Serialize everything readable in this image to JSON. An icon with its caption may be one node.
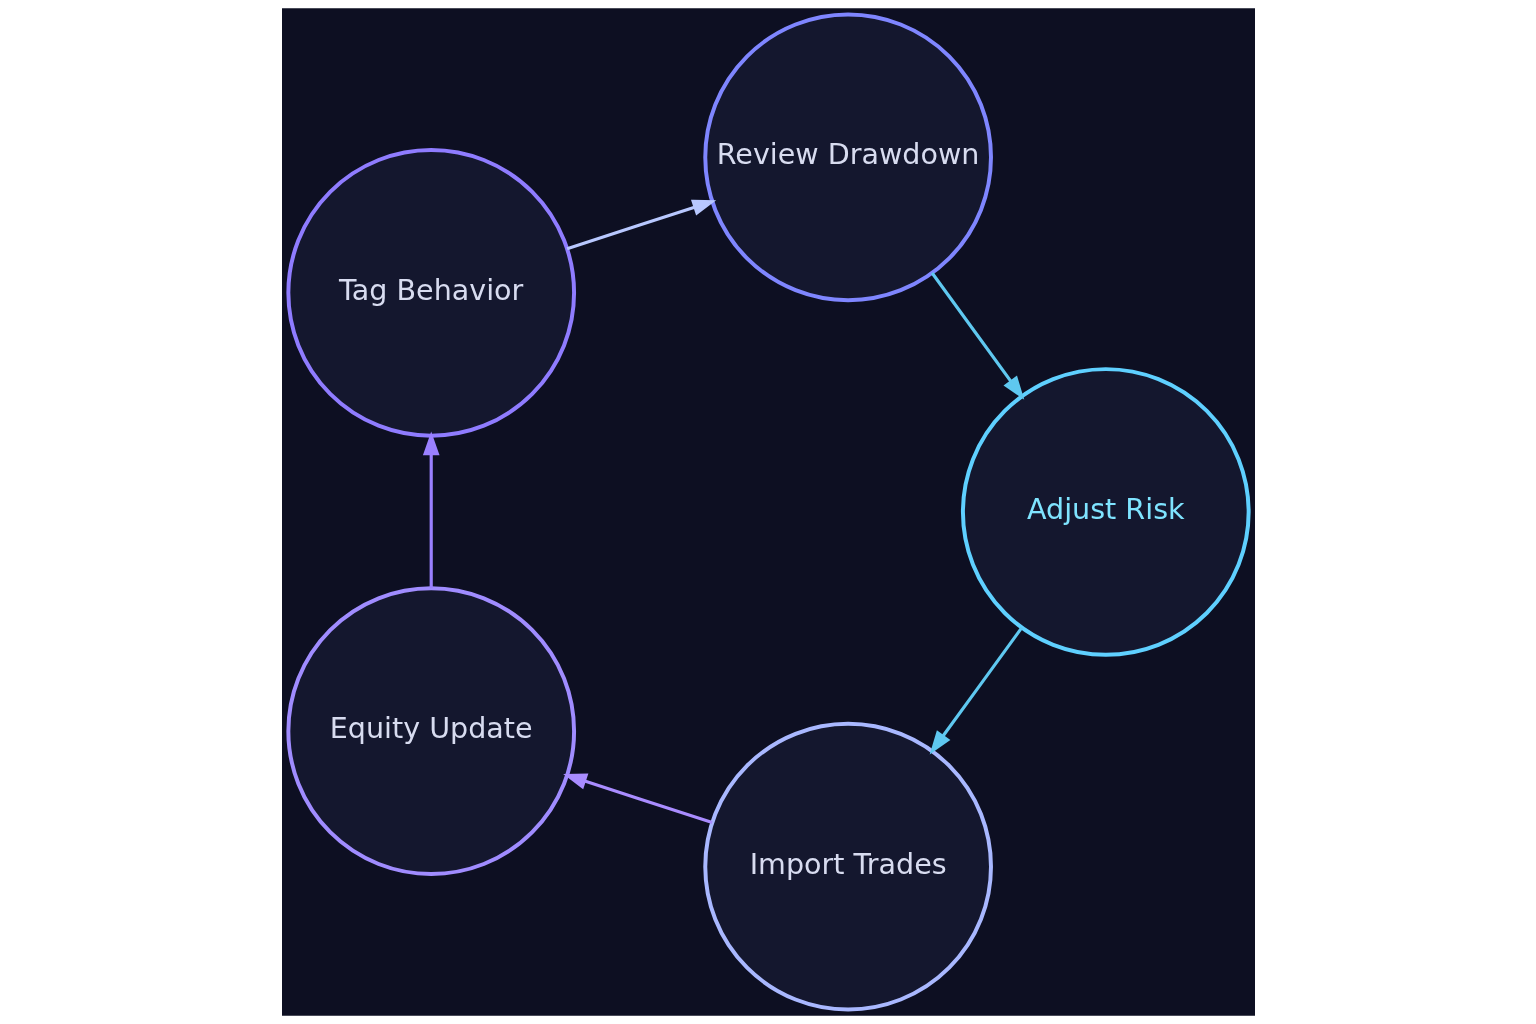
{
  "diagram": {
    "nodes": [
      {
        "text": [
          "Import Trades"
        ]
      },
      {
        "text": [
          "Equity Update"
        ]
      },
      {
        "text": [
          "Tag Behavior"
        ]
      },
      {
        "text": [
          "Review Drawdown"
        ]
      },
      {
        "text": [
          "Adjust Risk"
        ]
      }
    ],
    "edges": [
      {
        "from": 0,
        "to": 1,
        "arrow": "to"
      },
      {
        "from": 1,
        "to": 2,
        "arrow": "to"
      },
      {
        "from": 2,
        "to": 3,
        "arrow": "to"
      },
      {
        "from": 3,
        "to": 4,
        "arrow": "to"
      },
      {
        "from": 4,
        "to": 0,
        "arrow": "to"
      }
    ]
  }
}
